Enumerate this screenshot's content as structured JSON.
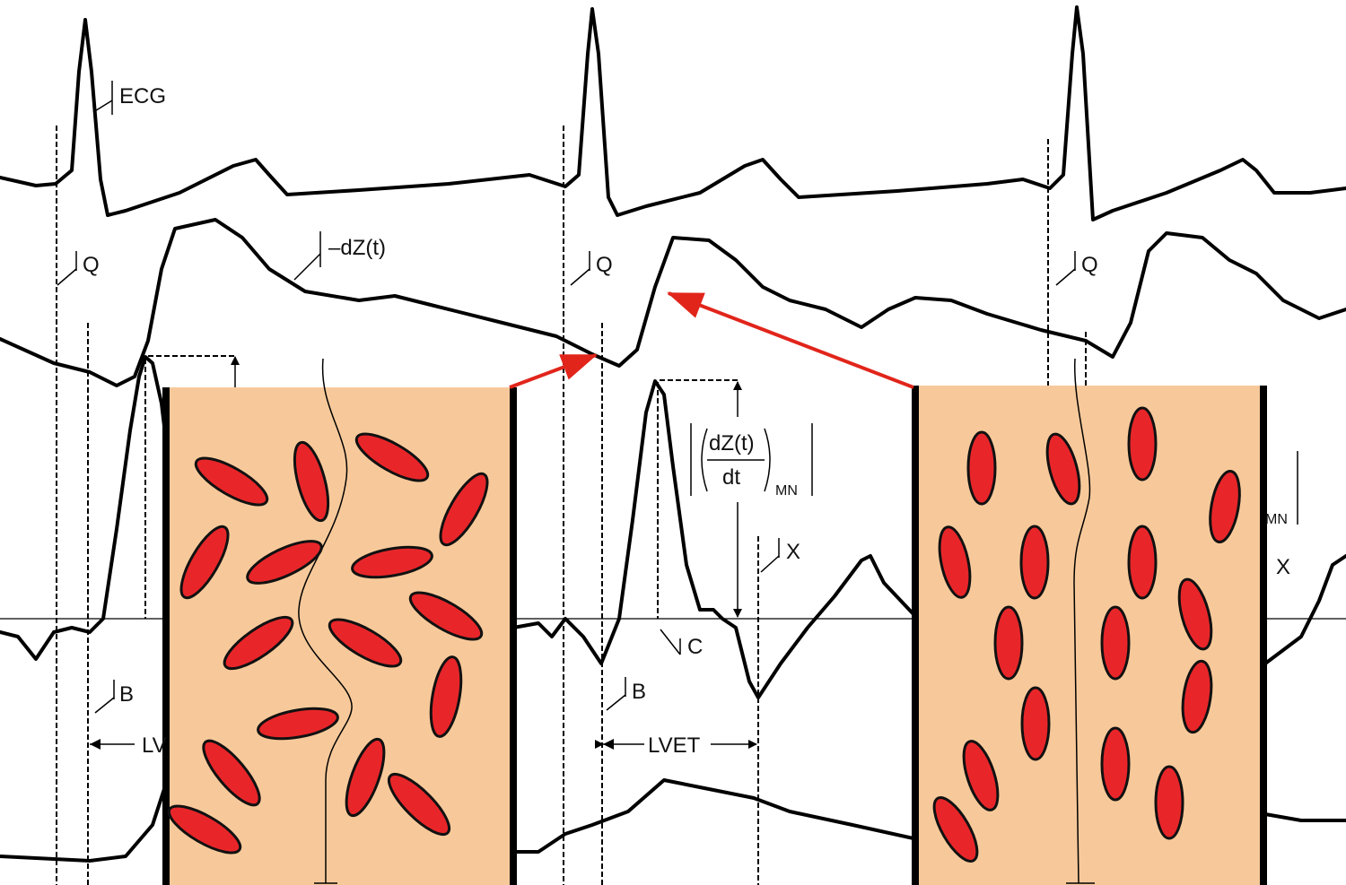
{
  "labels": {
    "ecg": "ECG",
    "q1": "Q",
    "q2": "Q",
    "q3": "Q",
    "neg_dz": "–dZ(t)",
    "b1": "B",
    "b2": "B",
    "lv_partial": "LV",
    "lvet": "LVET",
    "c": "C",
    "x1": "X",
    "x2": "X",
    "mn_right": "MN"
  },
  "formula": {
    "numerator": "dZ(t)",
    "denominator": "dt",
    "subscript": "MN"
  },
  "colors": {
    "vessel_fill": "#F7C99A",
    "rbc_fill": "#E8262A",
    "arrow": "#E1251B"
  }
}
